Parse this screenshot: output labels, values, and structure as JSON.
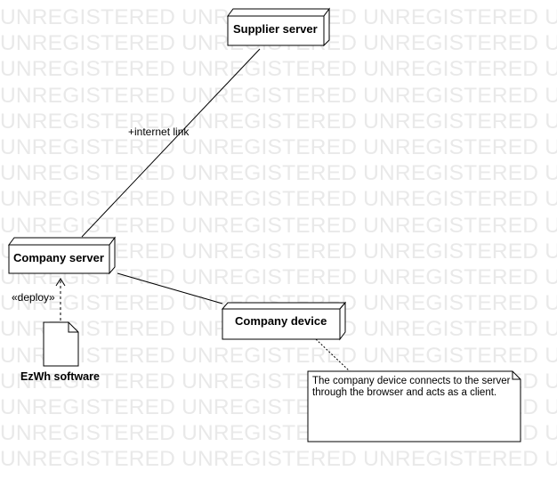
{
  "watermark": {
    "text": "UNREGISTERED"
  },
  "nodes": {
    "supplier_server": {
      "label": "Supplier server"
    },
    "company_server": {
      "label": "Company server"
    },
    "company_device": {
      "label": "Company device"
    }
  },
  "artifact": {
    "label": "EzWh software",
    "icon": "file-icon"
  },
  "links": {
    "internet": {
      "label": "+internet link"
    },
    "deploy": {
      "stereotype": "«deploy»"
    }
  },
  "note": {
    "text": "The company device connects to the server through the browser and acts as a client."
  },
  "colors": {
    "line": "#000000",
    "watermark": "#e9e9e9",
    "background": "#ffffff"
  }
}
